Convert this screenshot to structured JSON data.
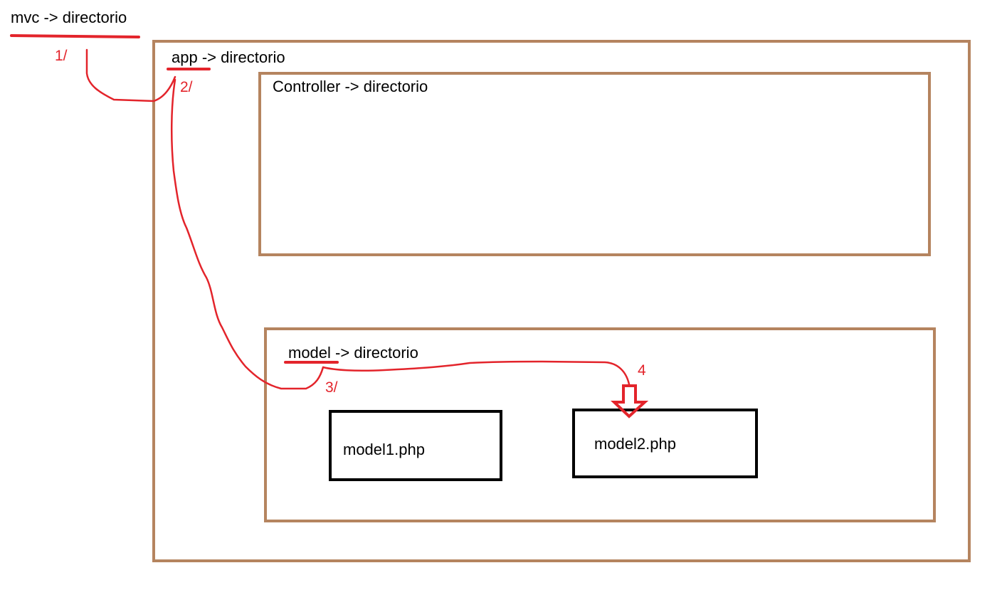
{
  "colors": {
    "directory_border": "#b5845f",
    "file_border": "#000000",
    "annotation": "#e3242b"
  },
  "labels": {
    "mvc": "mvc -> directorio",
    "app": "app -> directorio",
    "controller": "Controller -> directorio",
    "model": "model -> directorio",
    "model1": "model1.php",
    "model2": "model2.php"
  },
  "steps": {
    "step1": "1/",
    "step2": "2/",
    "step3": "3/",
    "step4": "4"
  }
}
